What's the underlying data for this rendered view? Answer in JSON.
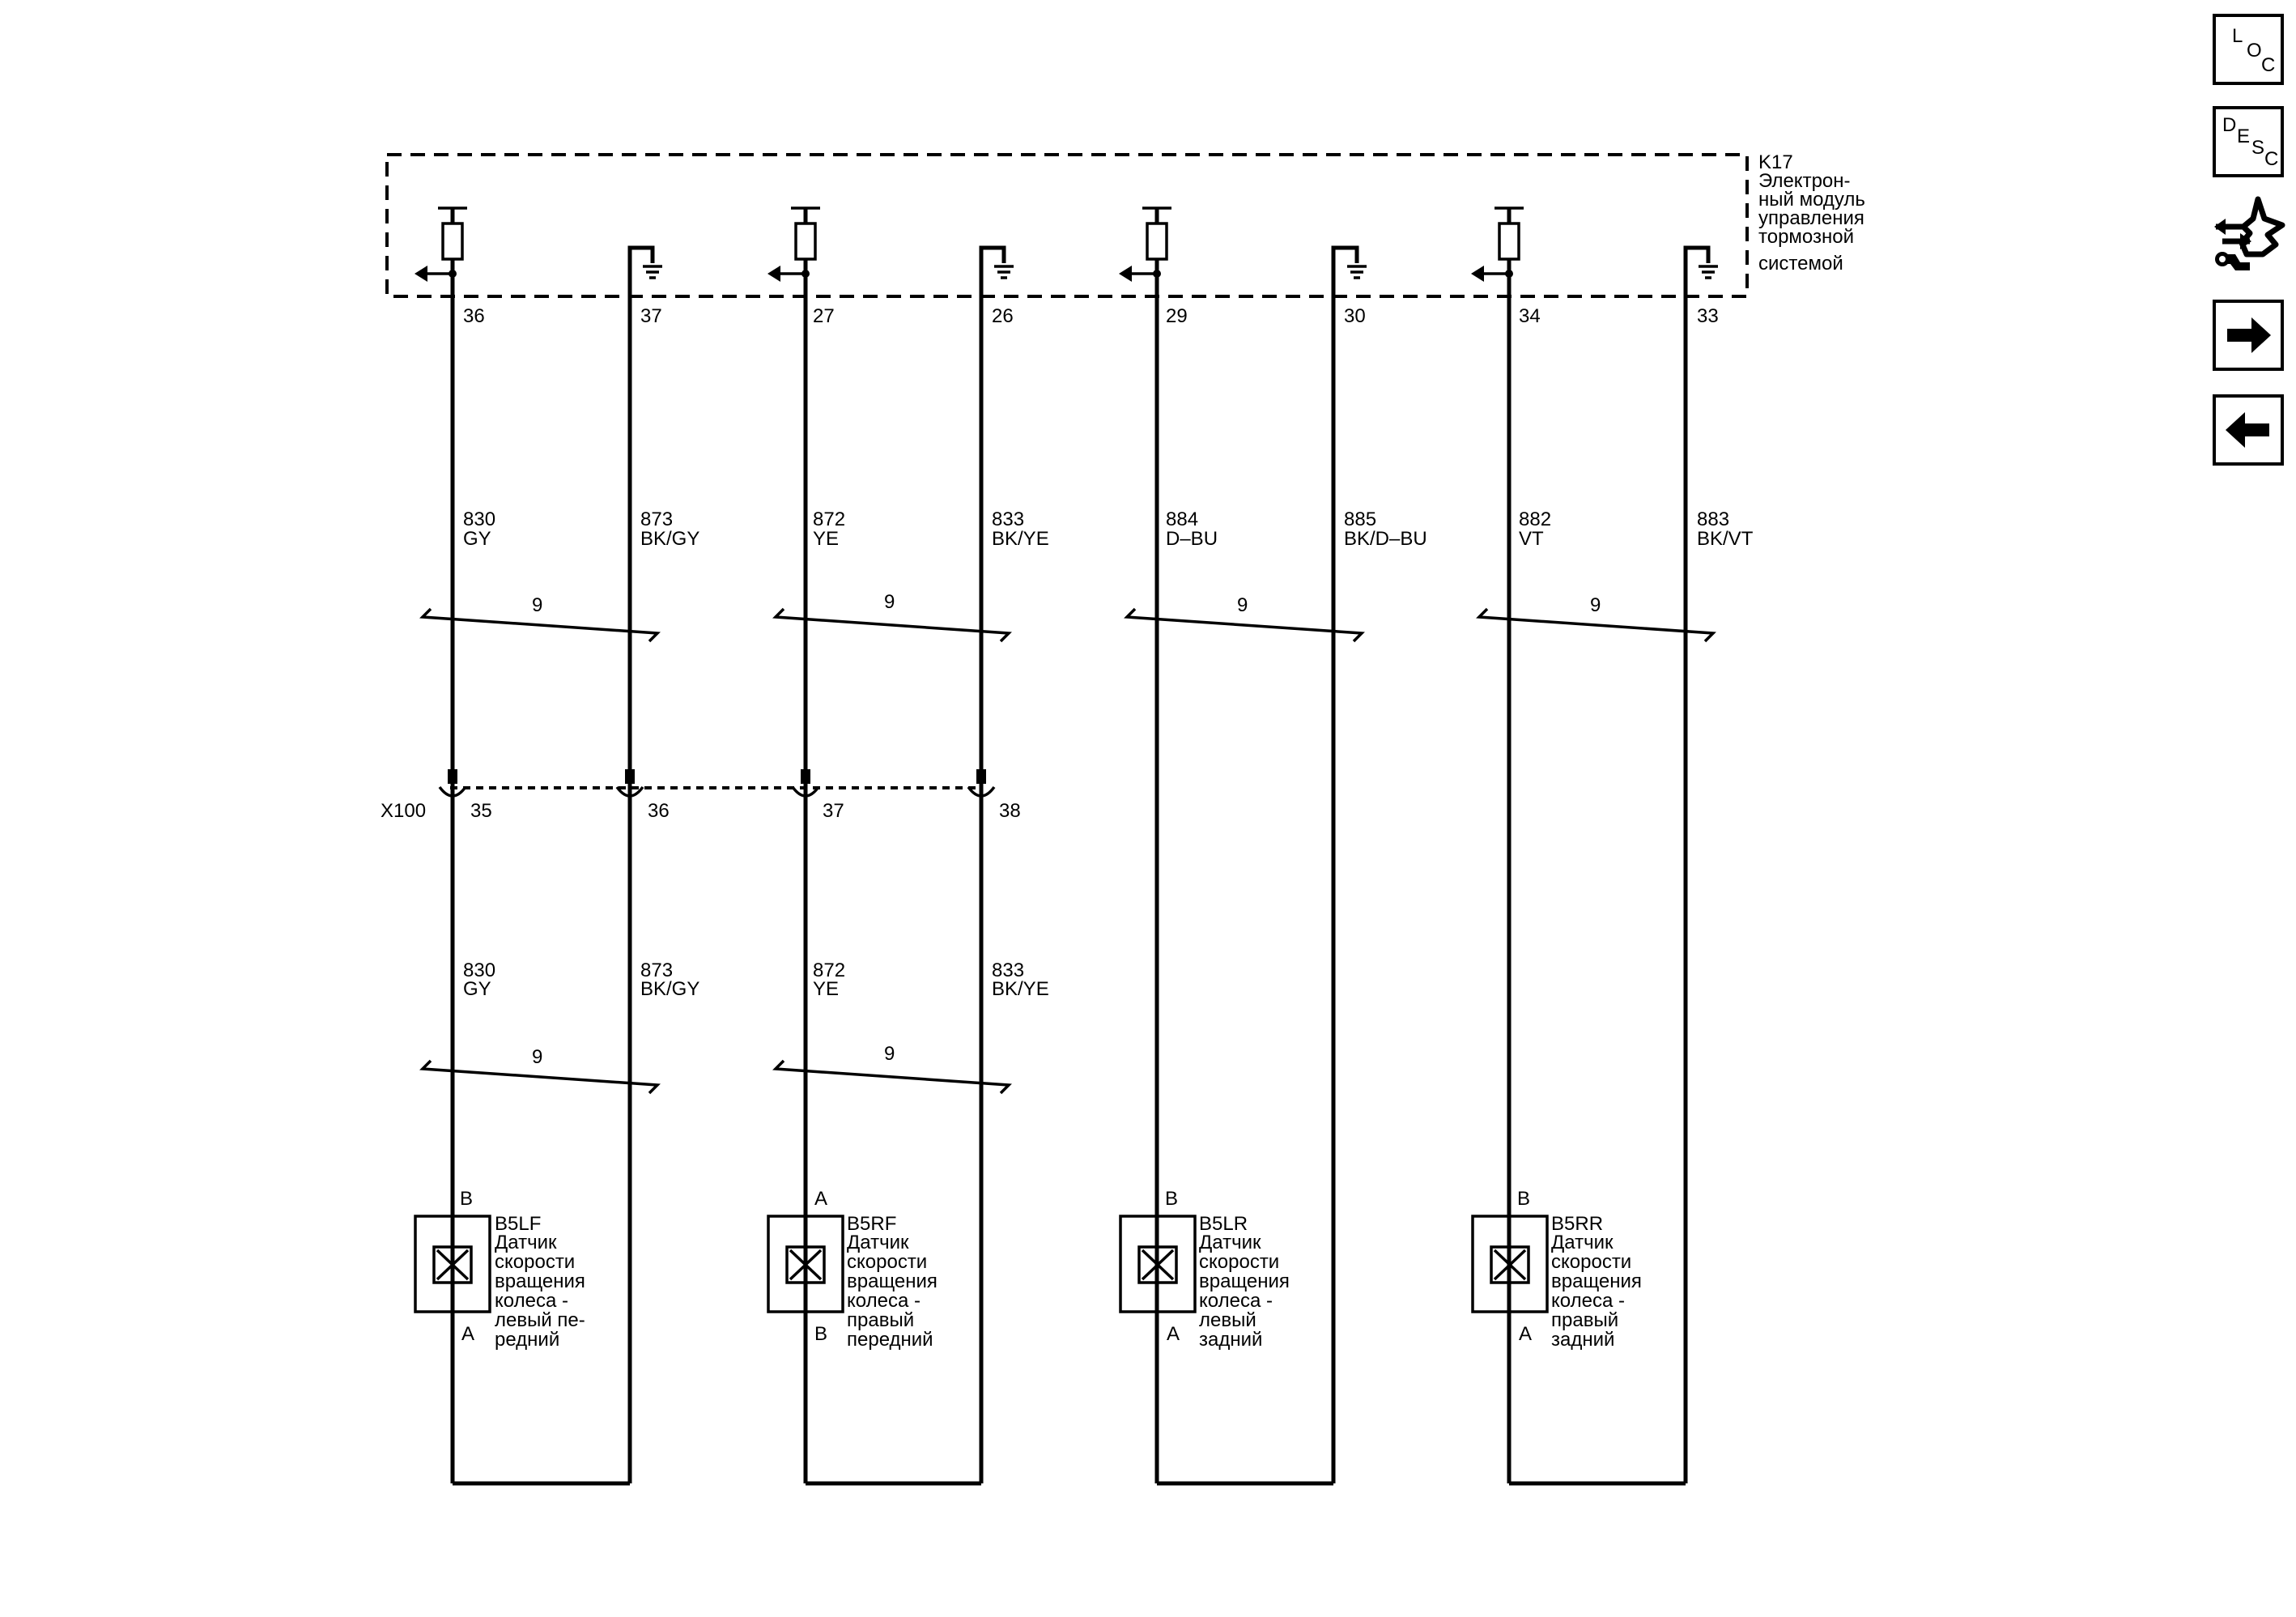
{
  "module": {
    "id": "K17",
    "name_lines": [
      "Электрон-",
      "ный модуль",
      "управления",
      "тормозной",
      "системой"
    ]
  },
  "connector": {
    "id": "X100"
  },
  "sensors": [
    {
      "id": "B5LF",
      "desc_lines": [
        "Датчик",
        "скорости",
        "вращения",
        "колеса -",
        "левый пе-",
        "редний"
      ],
      "top_pin": "B",
      "bottom_pin": "A",
      "signal_wire": {
        "module_pin": "36",
        "circuit": "830",
        "color": "GY",
        "x100_pin": "35"
      },
      "ground_wire": {
        "module_pin": "37",
        "circuit": "873",
        "color": "BK/GY",
        "x100_pin": "36"
      },
      "twist_label": "9"
    },
    {
      "id": "B5RF",
      "desc_lines": [
        "Датчик",
        "скорости",
        "вращения",
        "колеса -",
        "правый",
        "передний"
      ],
      "top_pin": "A",
      "bottom_pin": "B",
      "signal_wire": {
        "module_pin": "27",
        "circuit": "872",
        "color": "YE",
        "x100_pin": "37"
      },
      "ground_wire": {
        "module_pin": "26",
        "circuit": "833",
        "color": "BK/YE",
        "x100_pin": "38"
      },
      "twist_label": "9"
    },
    {
      "id": "B5LR",
      "desc_lines": [
        "Датчик",
        "скорости",
        "вращения",
        "колеса -",
        "левый",
        "задний"
      ],
      "top_pin": "B",
      "bottom_pin": "A",
      "signal_wire": {
        "module_pin": "29",
        "circuit": "884",
        "color": "D–BU"
      },
      "ground_wire": {
        "module_pin": "30",
        "circuit": "885",
        "color": "BK/D–BU"
      },
      "twist_label": "9"
    },
    {
      "id": "B5RR",
      "desc_lines": [
        "Датчик",
        "скорости",
        "вращения",
        "колеса -",
        "правый",
        "задний"
      ],
      "top_pin": "B",
      "bottom_pin": "A",
      "signal_wire": {
        "module_pin": "34",
        "circuit": "882",
        "color": "VT"
      },
      "ground_wire": {
        "module_pin": "33",
        "circuit": "883",
        "color": "BK/VT"
      },
      "twist_label": "9"
    }
  ],
  "nav": {
    "loc": {
      "letters": [
        "L",
        "O",
        "C"
      ]
    },
    "desc": {
      "letters": [
        "D",
        "E",
        "S",
        "C"
      ]
    },
    "connector_icon": "connector-tool-icon",
    "next_icon": "arrow-right-icon",
    "prev_icon": "arrow-left-icon"
  }
}
